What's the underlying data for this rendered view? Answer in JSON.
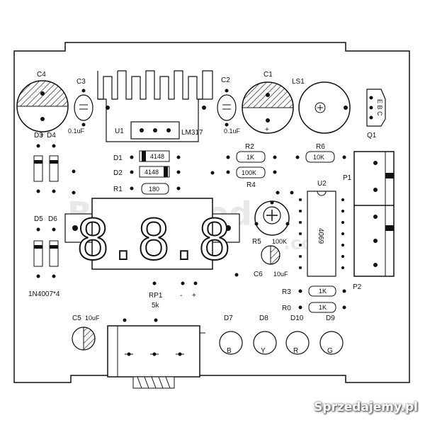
{
  "labels": {
    "c4": "C4",
    "c3": "C3",
    "c3_val": "0.1uF",
    "c2": "C2",
    "c2_val": "0.1uF",
    "c1": "C1",
    "ls1": "LS1",
    "q1": "Q1",
    "q1_pins": "E B C",
    "u1": "U1",
    "lm317": "LM317",
    "d1": "D1",
    "d1_val": "4148",
    "d2": "D2",
    "d2_val": "4148",
    "r1": "R1",
    "r1_val": "180",
    "r2": "R2",
    "r2_val": "1K",
    "r4": "R4",
    "r4_val": "100K",
    "r6": "R6",
    "r6_val": "10K",
    "u2": "U2",
    "u2_val": "4069",
    "p1": "P1",
    "p2": "P2",
    "d3": "D3",
    "d4": "D4",
    "d5": "D5",
    "d6": "D6",
    "diode_val": "1N4007*4",
    "r5": "R5",
    "r5_val": "100K",
    "c6": "C6",
    "c6_val": "10uF",
    "r3": "R3",
    "r3_val": "1K",
    "r0": "R0",
    "r0_val": "1K",
    "rp1": "RP1",
    "rp1_val": "5k",
    "minus": "-",
    "plus": "+",
    "c5": "C5",
    "c5_val": "10uF",
    "d7": "D7",
    "d8": "D8",
    "d10": "D10",
    "d9": "D9",
    "led_b": "B",
    "led_y": "Y",
    "led_r": "R",
    "led_g": "G",
    "display": "8.8.8",
    "pol_plus": "+"
  },
  "watermark": {
    "main": "Banggood",
    "sub": ".com",
    "brand": "Sprzedajemy.pl"
  }
}
